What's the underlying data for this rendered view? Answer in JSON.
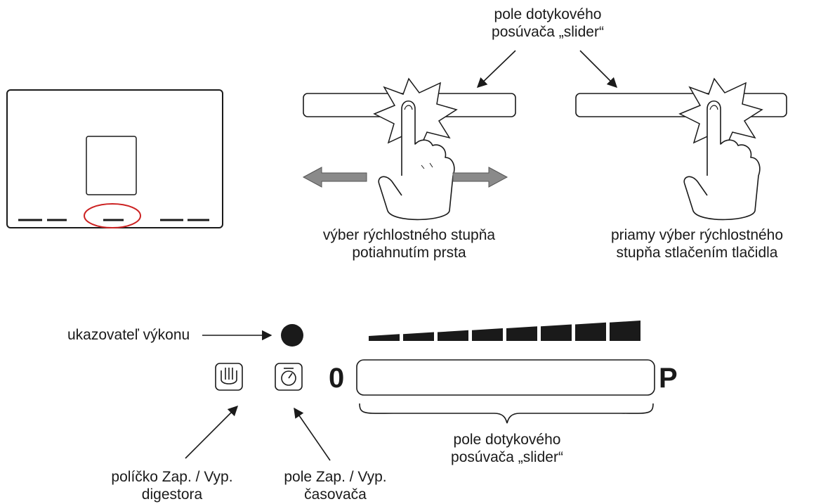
{
  "labels": {
    "slider_field_top": [
      "pole dotykového",
      "posúvača „slider“"
    ],
    "drag_select": [
      "výber rýchlostného stupňa",
      "potiahnutím prsta"
    ],
    "direct_select": [
      "priamy výber rýchlostného",
      "stupňa stlačením tlačidla"
    ],
    "power_indicator": "ukazovateľ výkonu",
    "slider_min": "0",
    "slider_max": "P",
    "slider_field_bottom": [
      "pole dotykového",
      "posúvača „slider“"
    ],
    "hood_button": [
      "políčko Zap. / Vyp.",
      "digestora"
    ],
    "timer_button": [
      "pole Zap. / Vyp.",
      "časovača"
    ]
  },
  "power_level_steps": 8,
  "icons": {
    "hood": "hood-fan-icon",
    "timer": "timer-icon",
    "indicator": "power-indicator-dot",
    "touch": "finger-touch-icon"
  },
  "colors": {
    "line": "#1a1a1a",
    "highlight": "#cc2222",
    "arrow_fill": "#8a8a8a"
  }
}
